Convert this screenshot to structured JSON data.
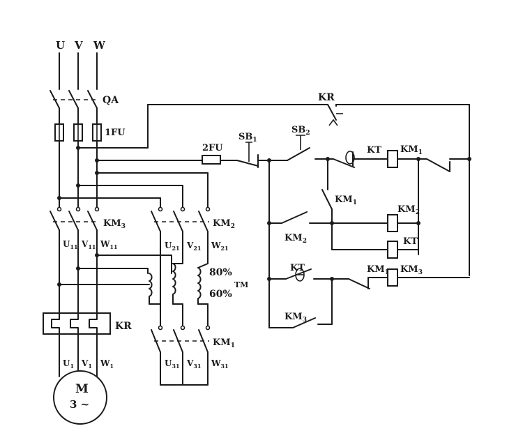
{
  "labels": {
    "phase_u": "U",
    "phase_v": "V",
    "phase_w": "W",
    "qa": "QA",
    "fu1": "1FU",
    "kr_top": "KR",
    "fu2": "2FU",
    "sb1": "SB",
    "sb1_sub": "1",
    "sb2": "SB",
    "sb2_sub": "2",
    "kt_coil_top": "KT",
    "km1_top": "KM",
    "km1_top_sub": "1",
    "km1_aux": "KM",
    "km1_aux_sub": "1",
    "km3_main": "KM",
    "km3_main_sub": "3",
    "km2_main": "KM",
    "km2_main_sub": "2",
    "km2_coil": "KM",
    "km2_coil_sub": "2",
    "km2_aux": "KM",
    "km2_aux_sub": "2",
    "kt_coil_mid": "KT",
    "kt_contact": "KT",
    "km1_nc": "KM",
    "km1_nc_sub": "1",
    "km3_coil": "KM",
    "km3_coil_sub": "3",
    "km3_aux": "KM",
    "km3_aux_sub": "3",
    "u11": "U",
    "u11_sub": "11",
    "v11": "V",
    "v11_sub": "11",
    "w11": "W",
    "w11_sub": "11",
    "u21": "U",
    "u21_sub": "21",
    "v21": "V",
    "v21_sub": "21",
    "w21": "W",
    "w21_sub": "21",
    "tap80": "80%",
    "tap60": "60%",
    "tm": "TM",
    "kr_thermal": "KR",
    "km1_main": "KM",
    "km1_main_sub": "1",
    "u31": "U",
    "u31_sub": "31",
    "v31": "V",
    "v31_sub": "31",
    "w31": "W",
    "w31_sub": "31",
    "u1": "U",
    "u1_sub": "1",
    "v1": "V",
    "v1_sub": "1",
    "w1": "W",
    "w1_sub": "1",
    "motor": "M",
    "motor_phase": "3 ~"
  }
}
